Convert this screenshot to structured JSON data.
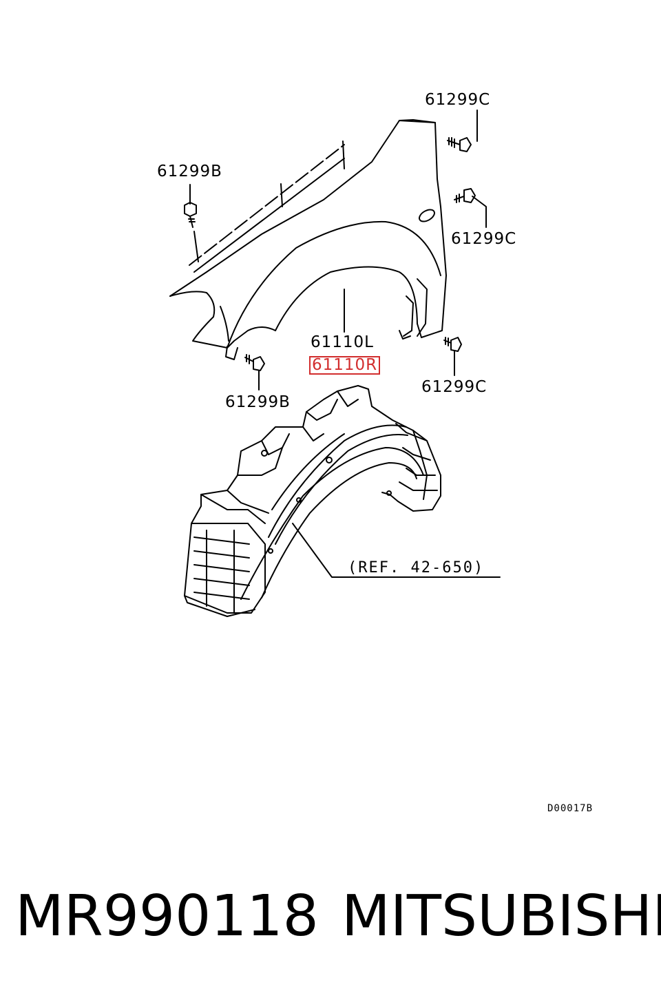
{
  "labels": {
    "bolt_c_top": "61299C",
    "bolt_b_left": "61299B",
    "bolt_c_right": "61299C",
    "fender_left": "61110L",
    "fender_right": "61110R",
    "bolt_c_bottom": "61299C",
    "bolt_b_bottom": "61299B",
    "reference": "(REF. 42-650)"
  },
  "diagram_code": "D00017B",
  "footer": {
    "part_number": "MR990118",
    "brand": "MITSUBISHI"
  },
  "colors": {
    "line": "#000000",
    "highlight": "#d22d2d",
    "background": "#ffffff"
  }
}
